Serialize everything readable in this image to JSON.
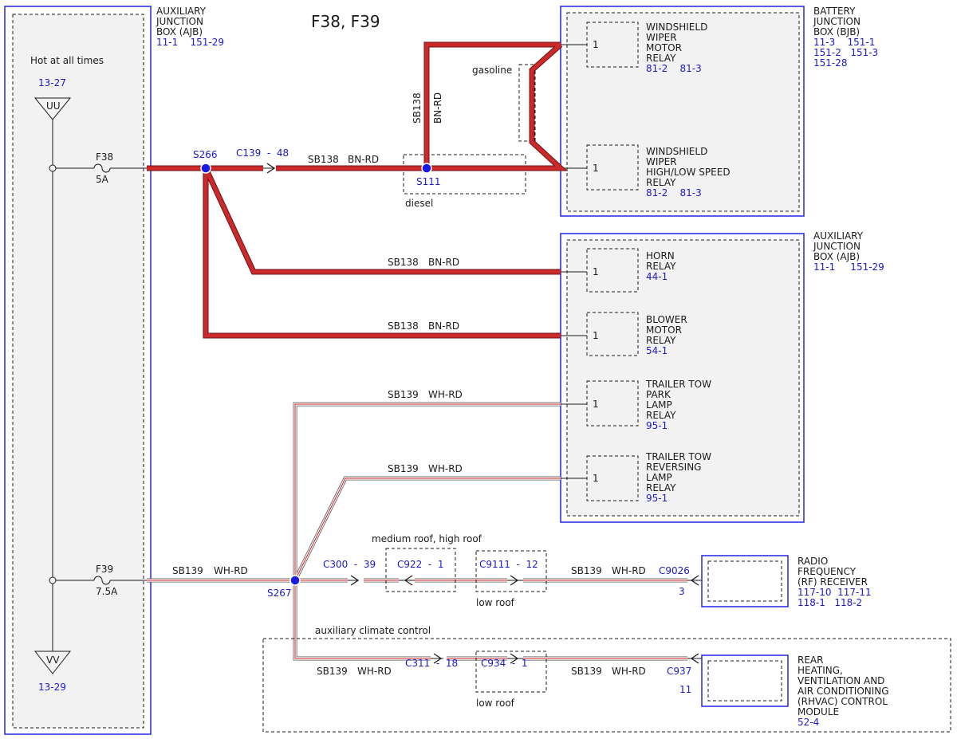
{
  "title": "F38, F39",
  "ajb_left": {
    "name": [
      "AUXILIARY",
      "JUNCTION",
      "BOX (AJB)"
    ],
    "refs": "11-1    151-29"
  },
  "hot_label": "Hot at all times",
  "source_top": {
    "label": "UU",
    "ref": "13-27"
  },
  "source_bottom": {
    "label": "VV",
    "ref": "13-29"
  },
  "fuses": [
    {
      "id": "F38",
      "rating": "5A"
    },
    {
      "id": "F39",
      "rating": "7.5A"
    }
  ],
  "splices": {
    "s266": "S266",
    "s111": "S111",
    "s267": "S267"
  },
  "connectors": {
    "c139": "C139  -  48",
    "c300": "C300  -  39",
    "c922": "C922  -  1",
    "c9111": "C9111  -  12",
    "c9026": "C9026",
    "c9026_pin": "3",
    "c311": "C311  -  18",
    "c934": "C934  -  1",
    "c937": "C937",
    "c937_pin": "11"
  },
  "wires": {
    "main_bnrd": [
      "SB138",
      "BN-RD"
    ],
    "vert_bnrd": [
      "SB138",
      "BN-RD"
    ],
    "horn_bnrd": [
      "SB138",
      "BN-RD"
    ],
    "blower_bnrd": [
      "SB138",
      "BN-RD"
    ],
    "park_whrd": [
      "SB139",
      "WH-RD"
    ],
    "rev_whrd": [
      "SB139",
      "WH-RD"
    ],
    "f39_whrd": [
      "SB139",
      "WH-RD"
    ],
    "radio_whrd": [
      "SB139",
      "WH-RD"
    ],
    "rhvac_whrd_left": [
      "SB139",
      "WH-RD"
    ],
    "rhvac_whrd_right": [
      "SB139",
      "WH-RD"
    ]
  },
  "options": {
    "gasoline": "gasoline",
    "diesel": "diesel",
    "roof_high": "medium roof, high roof",
    "low_roof_1": "low roof",
    "low_roof_2": "low roof",
    "aux_climate": "auxiliary climate control"
  },
  "bjb": {
    "name": [
      "BATTERY",
      "JUNCTION",
      "BOX (BJB)"
    ],
    "refs": [
      "11-3    151-1",
      "151-2   151-3",
      "151-28"
    ]
  },
  "ajb_right": {
    "name": [
      "AUXILIARY",
      "JUNCTION",
      "BOX (AJB)"
    ],
    "refs": "11-1     151-29"
  },
  "relays": [
    {
      "pin": "1",
      "name": [
        "WINDSHIELD",
        "WIPER",
        "MOTOR",
        "RELAY"
      ],
      "refs": "81-2    81-3"
    },
    {
      "pin": "1",
      "name": [
        "WINDSHIELD",
        "WIPER",
        "HIGH/LOW SPEED",
        "RELAY"
      ],
      "refs": "81-2    81-3"
    },
    {
      "pin": "1",
      "name": [
        "HORN",
        "RELAY"
      ],
      "refs": "44-1"
    },
    {
      "pin": "1",
      "name": [
        "BLOWER",
        "MOTOR",
        "RELAY"
      ],
      "refs": "54-1"
    },
    {
      "pin": "1",
      "name": [
        "TRAILER TOW",
        "PARK",
        "LAMP",
        "RELAY"
      ],
      "refs": "95-1"
    },
    {
      "pin": "1",
      "name": [
        "TRAILER TOW",
        "REVERSING",
        "LAMP",
        "RELAY"
      ],
      "refs": "95-1"
    }
  ],
  "radio": {
    "name": [
      "RADIO",
      "FREQUENCY",
      "(RF) RECEIVER"
    ],
    "refs": [
      "117-10  117-11",
      "118-1   118-2"
    ]
  },
  "rhvac": {
    "name": [
      "REAR",
      "HEATING,",
      "VENTILATION AND",
      "AIR CONDITIONING",
      "(RHVAC) CONTROL",
      "MODULE"
    ],
    "refs": "52-4"
  }
}
